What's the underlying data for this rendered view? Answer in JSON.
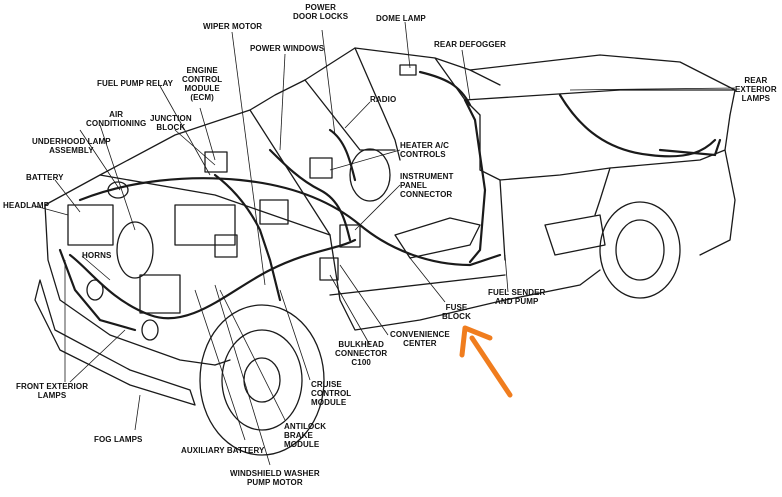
{
  "labels": {
    "power_door_locks": "POWER\nDOOR LOCKS",
    "dome_lamp": "DOME LAMP",
    "wiper_motor": "WIPER MOTOR",
    "rear_defogger": "REAR DEFOGGER",
    "power_windows": "POWER WINDOWS",
    "rear_exterior_lamps": "REAR\nEXTERIOR\nLAMPS",
    "fuel_pump_relay": "FUEL PUMP RELAY",
    "engine_control_module": "ENGINE\nCONTROL\nMODULE\n(ECM)",
    "radio": "RADIO",
    "air_conditioning": "AIR\nCONDITIONING",
    "junction_block": "JUNCTION\nBLOCK",
    "underhood_lamp_assembly": "UNDERHOOD LAMP\nASSEMBLY",
    "heater_ac_controls": "HEATER A/C\nCONTROLS",
    "battery": "BATTERY",
    "instrument_panel_connector": "INSTRUMENT\nPANEL\nCONNECTOR",
    "headlamp": "HEADLAMP",
    "horns": "HORNS",
    "fuel_sender_and_pump": "FUEL SENDER\nAND PUMP",
    "fuse_block": "FUSE\nBLOCK",
    "convenience_center": "CONVENIENCE\nCENTER",
    "bulkhead_connector": "BULKHEAD\nCONNECTOR\nC100",
    "front_exterior_lamps": "FRONT EXTERIOR\nLAMPS",
    "cruise_control_module": "CRUISE\nCONTROL\nMODULE",
    "fog_lamps": "FOG LAMPS",
    "antilock_brake_module": "ANTILOCK\nBRAKE\nMODULE",
    "auxiliary_battery": "AUXILIARY BATTERY",
    "windshield_washer_pump_motor": "WINDSHIELD WASHER\nPUMP MOTOR"
  },
  "colors": {
    "line": "#1a1a1a",
    "arrow": "#f07d1e",
    "background": "#ffffff"
  }
}
